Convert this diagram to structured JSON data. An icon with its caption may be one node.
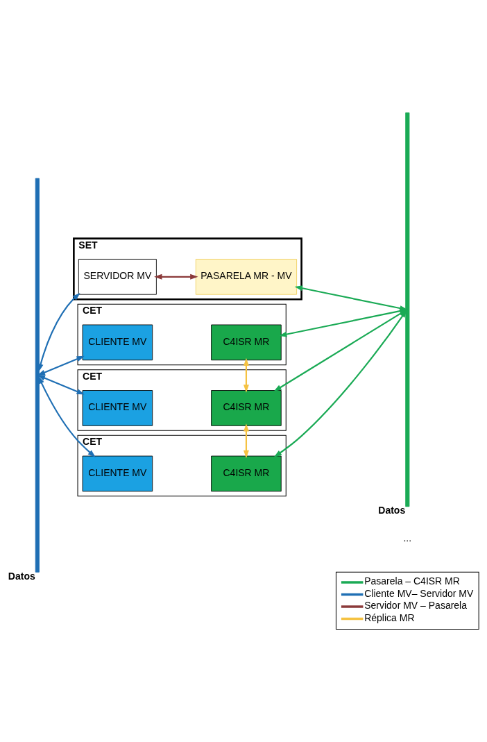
{
  "diagram": {
    "nodes": [
      {
        "text": [
          "SET"
        ]
      },
      {
        "text": [
          "SERVIDOR MV"
        ],
        "in": 0
      },
      {
        "text": [
          "PASARELA MR - MV"
        ],
        "in": 0
      },
      {
        "text": [
          "CET"
        ]
      },
      {
        "text": [
          "CLIENTE MV"
        ],
        "in": 3
      },
      {
        "text": [
          "C4ISR MR"
        ],
        "in": 3
      },
      {
        "text": [
          "CET"
        ]
      },
      {
        "text": [
          "CLIENTE MV"
        ],
        "in": 6
      },
      {
        "text": [
          "C4ISR MR"
        ],
        "in": 6
      },
      {
        "text": [
          "CET"
        ]
      },
      {
        "text": [
          "CLIENTE MV"
        ],
        "in": 9
      },
      {
        "text": [
          "C4ISR MR"
        ],
        "in": 9
      },
      {
        "text": [],
        "shape": "bar",
        "beside": [
          "Datos"
        ]
      },
      {
        "text": [],
        "shape": "bar",
        "beside": [
          "Datos"
        ]
      }
    ],
    "edges": [
      {
        "from": 12,
        "to": 1,
        "arrow": "both",
        "color": "#1f6fb4"
      },
      {
        "from": 1,
        "to": 2,
        "arrow": "both",
        "color": "#8b3a3a"
      },
      {
        "from": 2,
        "to": 13,
        "arrow": "both",
        "color": "#1aaa55"
      },
      {
        "from": 12,
        "to": 4,
        "arrow": "both",
        "color": "#1f6fb4"
      },
      {
        "from": 5,
        "to": 13,
        "arrow": "both",
        "color": "#1aaa55"
      },
      {
        "from": 5,
        "to": 8,
        "arrow": "both",
        "color": "#f5c242"
      },
      {
        "from": 12,
        "to": 7,
        "arrow": "both",
        "color": "#1f6fb4"
      },
      {
        "from": 8,
        "to": 13,
        "arrow": "both",
        "color": "#1aaa55"
      },
      {
        "from": 8,
        "to": 11,
        "arrow": "both",
        "color": "#f5c242"
      },
      {
        "from": 12,
        "to": 10,
        "arrow": "both",
        "color": "#1f6fb4"
      },
      {
        "from": 11,
        "to": 13,
        "arrow": "both",
        "color": "#1aaa55"
      }
    ],
    "labels": [
      "..."
    ],
    "legend": [
      {
        "text": "Pasarela – C4ISR MR"
      },
      {
        "text": "Cliente MV– Servidor MV"
      },
      {
        "text": "Servidor MV – Pasarela"
      },
      {
        "text": "Réplica MR"
      }
    ]
  }
}
